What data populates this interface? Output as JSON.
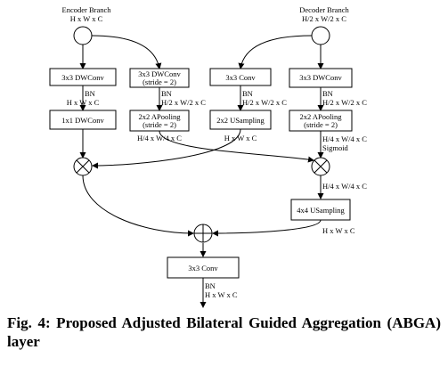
{
  "encoder": {
    "title": "Encoder Branch",
    "dims": "H x W x C"
  },
  "decoder": {
    "title": "Decoder Branch",
    "dims": "H/2 x W/2 x C"
  },
  "blocks": {
    "enc_dwconv": "3x3 DWConv",
    "enc_1x1": "1x1 DWConv",
    "enc_dwconv_s2_l1": "3x3 DWConv",
    "enc_dwconv_s2_l2": "(stride = 2)",
    "enc_apool_l1": "2x2 APooling",
    "enc_apool_l2": "(stride = 2)",
    "dec_conv": "3x3 Conv",
    "dec_usample": "2x2 USampling",
    "dec_dwconv": "3x3 DWConv",
    "dec_apool_l1": "2x2 APooling",
    "dec_apool_l2": "(stride = 2)",
    "usample4": "4x4 USampling",
    "final_conv": "3x3 Conv"
  },
  "labels": {
    "bn": "BN",
    "enc_dwconv_dims": "H x W x C",
    "enc_s2_dims": "H/2 x W/2 x C",
    "dec_conv_dims": "H/2 x W/2 x C",
    "dec_dwconv_dims": "H/2 x W/2 x C",
    "enc_apool_out": "H/4 x W/4 x C",
    "dec_usample_out": "H x W x C",
    "dec_apool_out": "H/4 x W/4 x C",
    "sigmoid": "Sigmoid",
    "mult_right_out": "H/4 x W/4 x C",
    "usample4_out": "H x W x C",
    "final_dims": "H x W x C"
  },
  "caption": "Fig. 4: Proposed Adjusted Bilateral Guided Aggregation (ABGA) layer"
}
